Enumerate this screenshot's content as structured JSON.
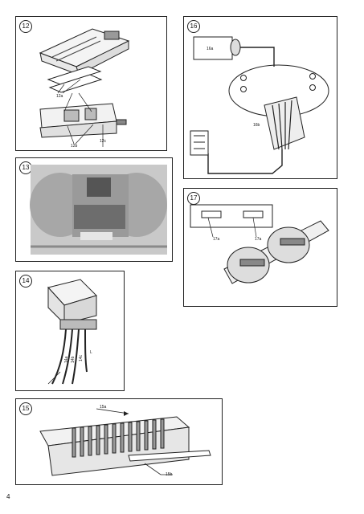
{
  "page": {
    "number": "4"
  },
  "figures": [
    {
      "id": "12",
      "labels": {
        "a": "12a",
        "b": "12b",
        "c": "12c"
      }
    },
    {
      "id": "13"
    },
    {
      "id": "14",
      "labels": {
        "a": "14a",
        "b": "14b",
        "c": "14c",
        "l": "L"
      }
    },
    {
      "id": "15",
      "labels": {
        "a": "15a",
        "b": "15b"
      }
    },
    {
      "id": "16",
      "labels": {
        "a": "16a",
        "b": "16b"
      }
    },
    {
      "id": "17",
      "labels": {
        "a1": "17a",
        "a2": "17a"
      }
    }
  ]
}
